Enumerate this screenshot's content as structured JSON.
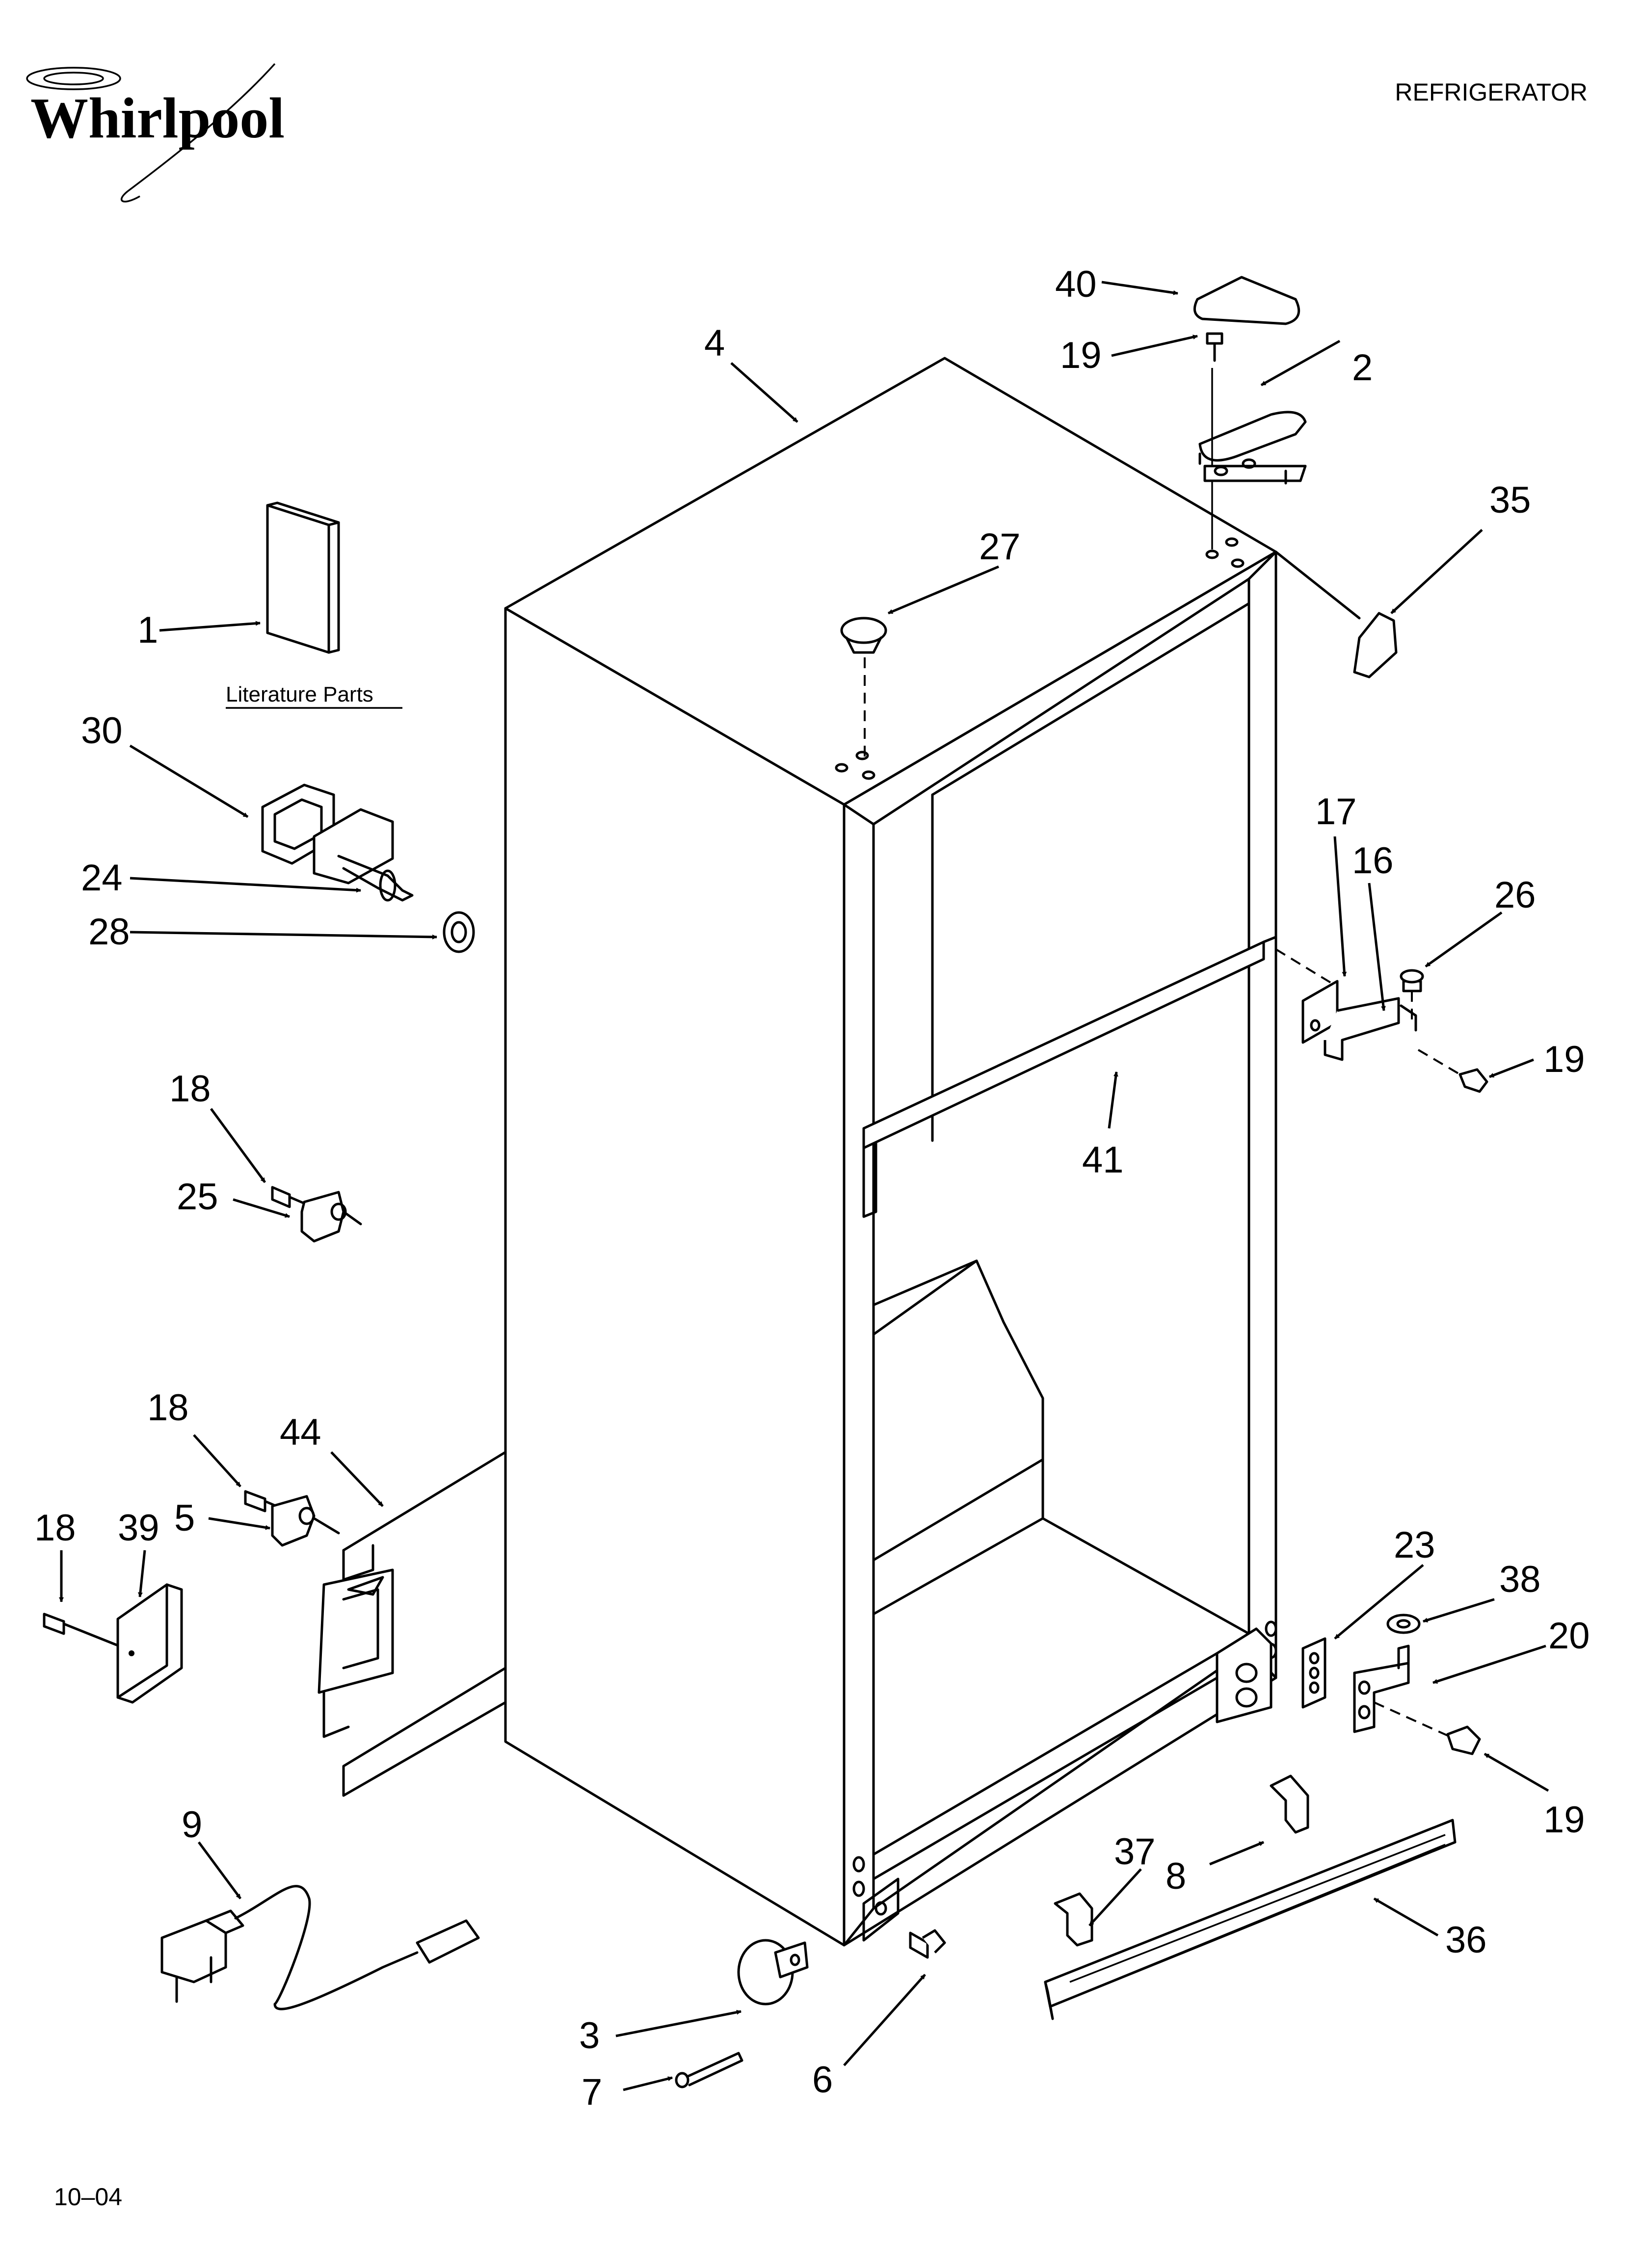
{
  "header": {
    "brand": "Whirlpool",
    "title": "REFRIGERATOR"
  },
  "literature_label": "Literature Parts",
  "footer": {
    "code": "10–04"
  },
  "callouts": {
    "c1": "1",
    "c2": "2",
    "c3": "3",
    "c4": "4",
    "c5": "5",
    "c6": "6",
    "c7": "7",
    "c8": "8",
    "c9": "9",
    "c16": "16",
    "c17": "17",
    "c18a": "18",
    "c18b": "18",
    "c18c": "18",
    "c19a": "19",
    "c19b": "19",
    "c19c": "19",
    "c20": "20",
    "c23": "23",
    "c24": "24",
    "c25": "25",
    "c26": "26",
    "c27": "27",
    "c28": "28",
    "c30": "30",
    "c35": "35",
    "c36": "36",
    "c37": "37",
    "c38": "38",
    "c39": "39",
    "c40": "40",
    "c41": "41",
    "c44": "44"
  }
}
